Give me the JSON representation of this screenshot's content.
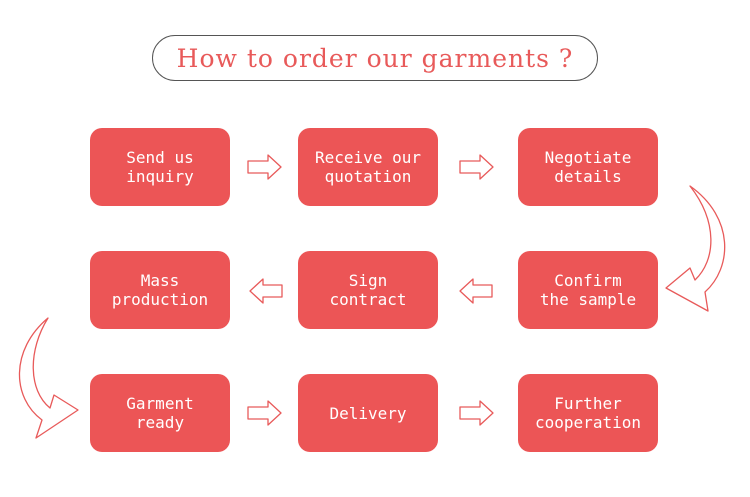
{
  "title": "How to order our garments ?",
  "colors": {
    "accent": "#ec5556",
    "title_text": "#e85a5a",
    "arrow": "#e85a5a"
  },
  "steps": [
    {
      "label": "Send us\ninquiry"
    },
    {
      "label": "Receive our\nquotation"
    },
    {
      "label": "Negotiate\ndetails"
    },
    {
      "label": "Confirm\nthe sample"
    },
    {
      "label": "Sign\ncontract"
    },
    {
      "label": "Mass\nproduction"
    },
    {
      "label": "Garment\nready"
    },
    {
      "label": "Delivery"
    },
    {
      "label": "Further\ncooperation"
    }
  ],
  "connectors": [
    {
      "name": "arrow-right-icon"
    },
    {
      "name": "arrow-right-icon"
    },
    {
      "name": "curved-arrow-down-left-icon"
    },
    {
      "name": "arrow-left-icon"
    },
    {
      "name": "arrow-left-icon"
    },
    {
      "name": "curved-arrow-down-right-icon"
    },
    {
      "name": "arrow-right-icon"
    },
    {
      "name": "arrow-right-icon"
    }
  ]
}
